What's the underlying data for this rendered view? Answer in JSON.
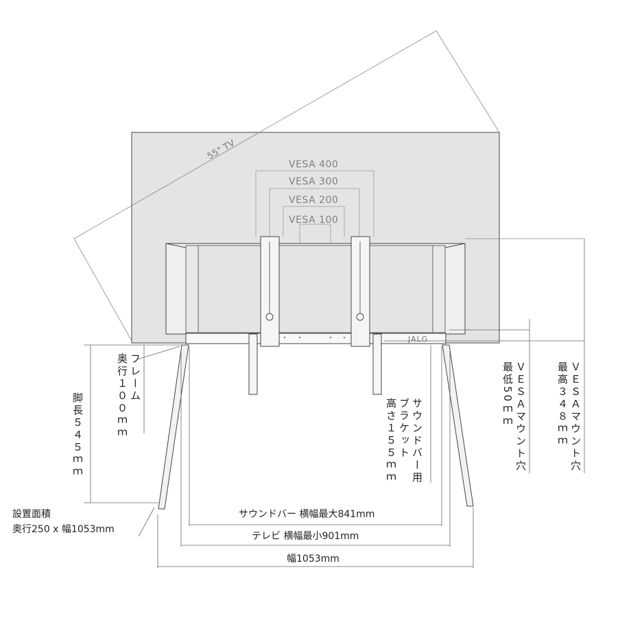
{
  "diagram": {
    "tv_size": "55\" TV",
    "vesa": [
      "VESA 400",
      "VESA 300",
      "VESA 200",
      "VESA 100"
    ],
    "logo": "JALG",
    "frame_depth": "フレーム 奥行100mm",
    "frame_depth_lines": [
      "フレーム",
      "奥行１００ｍｍ"
    ],
    "leg_length": "脚長545mm",
    "leg_length_lines": [
      "脚長５４５ｍｍ"
    ],
    "soundbar_bracket_height_lines": [
      "サウンドバー用",
      "ブラケット",
      "高さ１５５ｍｍ"
    ],
    "vesa_min_lines": [
      "ＶＥＳＡマウント穴",
      "最低50ｍｍ"
    ],
    "vesa_max_lines": [
      "ＶＥＳＡマウント穴",
      "最高３４８ｍｍ"
    ],
    "footprint_title": "設置面積",
    "footprint_size": "奥行250 x 幅1053mm",
    "soundbar_width": "サウンドバー  横幅最大841mm",
    "tv_width": "テレビ  横幅最小901mm",
    "total_width": "幅1053mm"
  },
  "colors": {
    "tv_fill": "#e4e4e4",
    "frame_fill": "#ececec",
    "line": "#444444",
    "dim_line": "#555555",
    "vesa_text": "#808080"
  }
}
